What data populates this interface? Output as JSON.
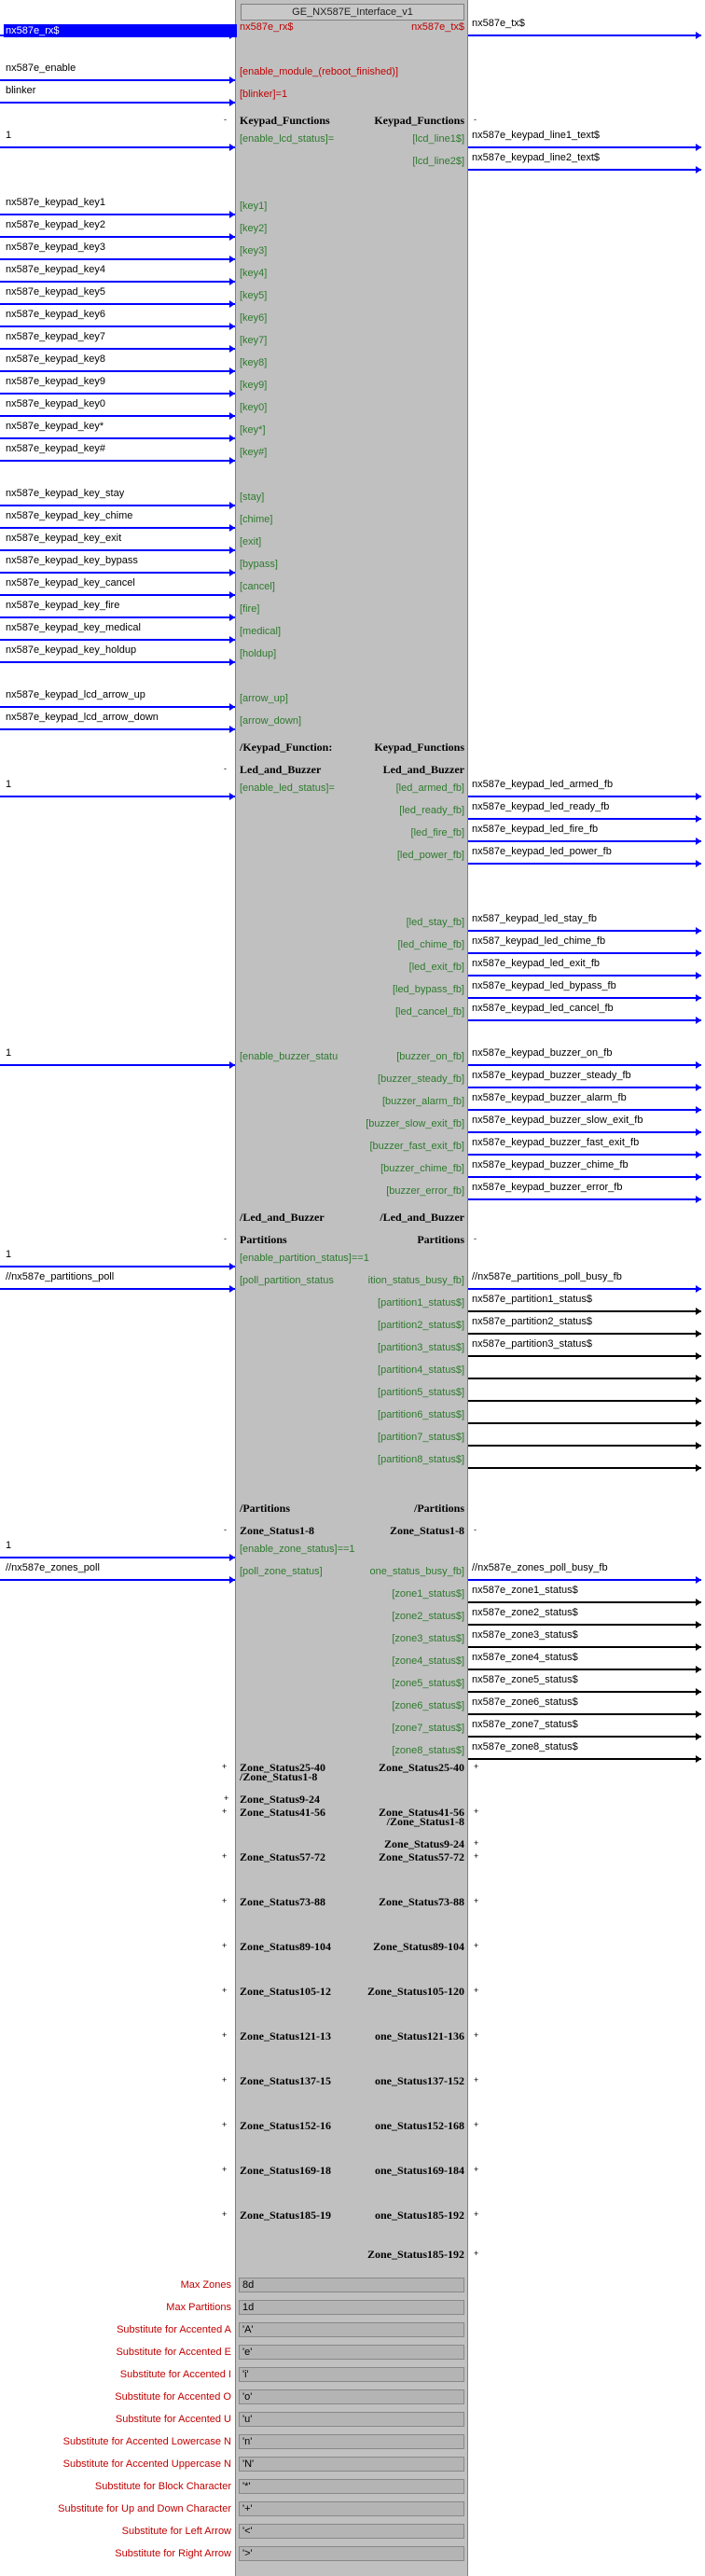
{
  "module": {
    "title": "GE_NX587E_Interface_v1",
    "selected_input": "nx587e_rx$"
  },
  "rows": [
    {
      "in": "nx587e_rx$",
      "lp": "nx587e_rx$",
      "lc": "r",
      "rp": "nx587e_tx$",
      "rc": "r",
      "out": "nx587e_tx$",
      "w": "y",
      "ow": "y",
      "sel": true
    },
    {
      "blank": true
    },
    {
      "in": "nx587e_enable",
      "lp": "[enable_module_(reboot_finished)]",
      "lc": "r",
      "w": "y"
    },
    {
      "in": "blinker",
      "lp": "[blinker]=1",
      "lc": "r",
      "w": "y"
    },
    {
      "in": "",
      "lp": "Keypad_Functions",
      "lc": "b",
      "rp": "Keypad_Functions",
      "rc": "b",
      "ldot": "-",
      "rdot": "-"
    },
    {
      "in": "1",
      "lp": "[enable_lcd_status]=",
      "lc": "g",
      "rp": "[lcd_line1$]",
      "rc": "g",
      "out": "nx587e_keypad_line1_text$",
      "w": "y",
      "ow": "y"
    },
    {
      "rp": "[lcd_line2$]",
      "rc": "g",
      "out": "nx587e_keypad_line2_text$",
      "ow": "y"
    },
    {
      "blank": true
    },
    {
      "in": "nx587e_keypad_key1",
      "lp": "[key1]",
      "lc": "g",
      "w": "y"
    },
    {
      "in": "nx587e_keypad_key2",
      "lp": "[key2]",
      "lc": "g",
      "w": "y"
    },
    {
      "in": "nx587e_keypad_key3",
      "lp": "[key3]",
      "lc": "g",
      "w": "y"
    },
    {
      "in": "nx587e_keypad_key4",
      "lp": "[key4]",
      "lc": "g",
      "w": "y"
    },
    {
      "in": "nx587e_keypad_key5",
      "lp": "[key5]",
      "lc": "g",
      "w": "y"
    },
    {
      "in": "nx587e_keypad_key6",
      "lp": "[key6]",
      "lc": "g",
      "w": "y"
    },
    {
      "in": "nx587e_keypad_key7",
      "lp": "[key7]",
      "lc": "g",
      "w": "y"
    },
    {
      "in": "nx587e_keypad_key8",
      "lp": "[key8]",
      "lc": "g",
      "w": "y"
    },
    {
      "in": "nx587e_keypad_key9",
      "lp": "[key9]",
      "lc": "g",
      "w": "y"
    },
    {
      "in": "nx587e_keypad_key0",
      "lp": "[key0]",
      "lc": "g",
      "w": "y"
    },
    {
      "in": "nx587e_keypad_key*",
      "lp": "[key*]",
      "lc": "g",
      "w": "y"
    },
    {
      "in": "nx587e_keypad_key#",
      "lp": "[key#]",
      "lc": "g",
      "w": "y"
    },
    {
      "blank": true
    },
    {
      "in": "nx587e_keypad_key_stay",
      "lp": "[stay]",
      "lc": "g",
      "w": "y"
    },
    {
      "in": "nx587e_keypad_key_chime",
      "lp": "[chime]",
      "lc": "g",
      "w": "y"
    },
    {
      "in": "nx587e_keypad_key_exit",
      "lp": "[exit]",
      "lc": "g",
      "w": "y"
    },
    {
      "in": "nx587e_keypad_key_bypass",
      "lp": "[bypass]",
      "lc": "g",
      "w": "y"
    },
    {
      "in": "nx587e_keypad_key_cancel",
      "lp": "[cancel]",
      "lc": "g",
      "w": "y"
    },
    {
      "in": "nx587e_keypad_key_fire",
      "lp": "[fire]",
      "lc": "g",
      "w": "y"
    },
    {
      "in": "nx587e_keypad_key_medical",
      "lp": "[medical]",
      "lc": "g",
      "w": "y"
    },
    {
      "in": "nx587e_keypad_key_holdup",
      "lp": "[holdup]",
      "lc": "g",
      "w": "y"
    },
    {
      "blank": true
    },
    {
      "in": "nx587e_keypad_lcd_arrow_up",
      "lp": "[arrow_up]",
      "lc": "g",
      "w": "y"
    },
    {
      "in": "nx587e_keypad_lcd_arrow_down",
      "lp": "[arrow_down]",
      "lc": "g",
      "w": "y"
    },
    {
      "lp": "/Keypad_Function:",
      "lc": "b",
      "rp": "Keypad_Functions",
      "rc": "b"
    },
    {
      "lp": "Led_and_Buzzer",
      "lc": "b",
      "rp": "Led_and_Buzzer",
      "rc": "b",
      "ldot": "-"
    },
    {
      "in": "1",
      "lp": "[enable_led_status]=",
      "lc": "g",
      "rp": "[led_armed_fb]",
      "rc": "g",
      "out": "nx587e_keypad_led_armed_fb",
      "w": "y",
      "ow": "y"
    },
    {
      "rp": "[led_ready_fb]",
      "rc": "g",
      "out": "nx587e_keypad_led_ready_fb",
      "ow": "y"
    },
    {
      "rp": "[led_fire_fb]",
      "rc": "g",
      "out": "nx587e_keypad_led_fire_fb",
      "ow": "y"
    },
    {
      "rp": "[led_power_fb]",
      "rc": "g",
      "out": "nx587e_keypad_led_power_fb",
      "ow": "y"
    },
    {
      "blank": true
    },
    {
      "blank": true
    },
    {
      "rp": "[led_stay_fb]",
      "rc": "g",
      "out": "nx587_keypad_led_stay_fb",
      "ow": "y"
    },
    {
      "rp": "[led_chime_fb]",
      "rc": "g",
      "out": "nx587_keypad_led_chime_fb",
      "ow": "y"
    },
    {
      "rp": "[led_exit_fb]",
      "rc": "g",
      "out": "nx587e_keypad_led_exit_fb",
      "ow": "y"
    },
    {
      "rp": "[led_bypass_fb]",
      "rc": "g",
      "out": "nx587e_keypad_led_bypass_fb",
      "ow": "y"
    },
    {
      "rp": "[led_cancel_fb]",
      "rc": "g",
      "out": "nx587e_keypad_led_cancel_fb",
      "ow": "y"
    },
    {
      "blank": true
    },
    {
      "in": "1",
      "lp": "[enable_buzzer_statu",
      "lc": "g",
      "rp": "[buzzer_on_fb]",
      "rc": "g",
      "out": "nx587e_keypad_buzzer_on_fb",
      "w": "y",
      "ow": "y"
    },
    {
      "rp": "[buzzer_steady_fb]",
      "rc": "g",
      "out": "nx587e_keypad_buzzer_steady_fb",
      "ow": "y"
    },
    {
      "rp": "[buzzer_alarm_fb]",
      "rc": "g",
      "out": "nx587e_keypad_buzzer_alarm_fb",
      "ow": "y"
    },
    {
      "rp": "[buzzer_slow_exit_fb]",
      "rc": "g",
      "out": "nx587e_keypad_buzzer_slow_exit_fb",
      "ow": "y"
    },
    {
      "rp": "[buzzer_fast_exit_fb]",
      "rc": "g",
      "out": "nx587e_keypad_buzzer_fast_exit_fb",
      "ow": "y"
    },
    {
      "rp": "[buzzer_chime_fb]",
      "rc": "g",
      "out": "nx587e_keypad_buzzer_chime_fb",
      "ow": "y"
    },
    {
      "rp": "[buzzer_error_fb]",
      "rc": "g",
      "out": "nx587e_keypad_buzzer_error_fb",
      "ow": "y"
    },
    {
      "lp": "/Led_and_Buzzer",
      "lc": "b",
      "rp": "/Led_and_Buzzer",
      "rc": "b"
    },
    {
      "lp": "Partitions",
      "lc": "b",
      "rp": "Partitions",
      "rc": "b",
      "ldot": "-",
      "rdot": "-"
    },
    {
      "in": "1",
      "lp": "[enable_partition_status]==1",
      "lc": "g",
      "w": "y"
    },
    {
      "in": "//nx587e_partitions_poll",
      "lp": "[poll_partition_status",
      "lc": "g",
      "rp": "ition_status_busy_fb]",
      "rc": "g",
      "out": "//nx587e_partitions_poll_busy_fb",
      "w": "y",
      "ow": "y"
    },
    {
      "rp": "[partition1_status$]",
      "rc": "g",
      "out": "nx587e_partition1_status$",
      "ow": "k"
    },
    {
      "rp": "[partition2_status$]",
      "rc": "g",
      "out": "nx587e_partition2_status$",
      "ow": "k"
    },
    {
      "rp": "[partition3_status$]",
      "rc": "g",
      "out": "nx587e_partition3_status$",
      "ow": "k"
    },
    {
      "rp": "[partition4_status$]",
      "rc": "g",
      "out": "",
      "ow": "k"
    },
    {
      "rp": "[partition5_status$]",
      "rc": "g",
      "out": "",
      "ow": "k"
    },
    {
      "rp": "[partition6_status$]",
      "rc": "g",
      "out": "",
      "ow": "k"
    },
    {
      "rp": "[partition7_status$]",
      "rc": "g",
      "out": "",
      "ow": "k"
    },
    {
      "rp": "[partition8_status$]",
      "rc": "g",
      "out": "",
      "ow": "k"
    },
    {
      "blank": true
    },
    {
      "lp": "/Partitions",
      "lc": "b",
      "rp": "/Partitions",
      "rc": "b"
    },
    {
      "lp": "Zone_Status1-8",
      "lc": "b",
      "rp": "Zone_Status1-8",
      "rc": "b",
      "ldot": "-",
      "rdot": "-"
    },
    {
      "in": "1",
      "lp": "[enable_zone_status]==1",
      "lc": "g",
      "w": "y"
    },
    {
      "in": "//nx587e_zones_poll",
      "lp": "[poll_zone_status]",
      "lc": "g",
      "rp": "one_status_busy_fb]",
      "rc": "g",
      "out": "//nx587e_zones_poll_busy_fb",
      "w": "y",
      "ow": "y"
    },
    {
      "rp": "[zone1_status$]",
      "rc": "g",
      "out": "nx587e_zone1_status$",
      "ow": "k"
    },
    {
      "rp": "[zone2_status$]",
      "rc": "g",
      "out": "nx587e_zone2_status$",
      "ow": "k"
    },
    {
      "rp": "[zone3_status$]",
      "rc": "g",
      "out": "nx587e_zone3_status$",
      "ow": "k"
    },
    {
      "rp": "[zone4_status$]",
      "rc": "g",
      "out": "nx587e_zone4_status$",
      "ow": "k"
    },
    {
      "rp": "[zone5_status$]",
      "rc": "g",
      "out": "nx587e_zone5_status$",
      "ow": "k"
    },
    {
      "rp": "[zone6_status$]",
      "rc": "g",
      "out": "nx587e_zone6_status$",
      "ow": "k"
    },
    {
      "rp": "[zone7_status$]",
      "rc": "g",
      "out": "nx587e_zone7_status$",
      "ow": "k"
    },
    {
      "rp": "[zone8_status$]",
      "rc": "g",
      "out": "nx587e_zone8_status$",
      "ow": "k"
    },
    {
      "lp": "/Zone_Status1-8",
      "lc": "b"
    },
    {
      "lp": "Zone_Status9-24",
      "lc": "b",
      "ldot": "+"
    },
    {
      "rp": "/Zone_Status1-8",
      "rc": "b"
    },
    {
      "rp": "Zone_Status9-24",
      "rc": "b",
      "rdot": "+"
    }
  ],
  "zone_groups": [
    {
      "left": "Zone_Status25-40",
      "right": "Zone_Status25-40"
    },
    {
      "left": "Zone_Status41-56",
      "right": "Zone_Status41-56"
    },
    {
      "left": "Zone_Status57-72",
      "right": "Zone_Status57-72"
    },
    {
      "left": "Zone_Status73-88",
      "right": "Zone_Status73-88"
    },
    {
      "left": "Zone_Status89-104",
      "right": "Zone_Status89-104"
    },
    {
      "left": "Zone_Status105-12",
      "right": "Zone_Status105-120"
    },
    {
      "left": "Zone_Status121-13",
      "right": "one_Status121-136"
    },
    {
      "left": "Zone_Status137-15",
      "right": "one_Status137-152"
    },
    {
      "left": "Zone_Status152-16",
      "right": "one_Status152-168"
    },
    {
      "left": "Zone_Status169-18",
      "right": "one_Status169-184"
    },
    {
      "left": "Zone_Status185-19",
      "right": "one_Status185-192"
    }
  ],
  "last_group_right": "Zone_Status185-192",
  "params": [
    {
      "label": "Max Zones",
      "value": "8d"
    },
    {
      "label": "Max Partitions",
      "value": "1d"
    },
    {
      "label": "Substitute for Accented A",
      "value": "'A'"
    },
    {
      "label": "Substitute for Accented E",
      "value": "'e'"
    },
    {
      "label": "Substitute for Accented I",
      "value": "'i'"
    },
    {
      "label": "Substitute for Accented O",
      "value": "'o'"
    },
    {
      "label": "Substitute for Accented U",
      "value": "'u'"
    },
    {
      "label": "Substitute for Accented Lowercase N",
      "value": "'n'"
    },
    {
      "label": "Substitute for Accented Uppercase N",
      "value": "'N'"
    },
    {
      "label": "Substitute for Block Character",
      "value": "'*'"
    },
    {
      "label": "Substitute for Up and Down Character",
      "value": "'+'"
    },
    {
      "label": "Substitute for Left Arrow",
      "value": "'<'"
    },
    {
      "label": "Substitute for Right Arrow",
      "value": "'>'"
    }
  ],
  "colors": {
    "wire": "#0000ff",
    "wire_black": "#000000",
    "module_bg": "#c0c0c0",
    "port_green": "#2d7a2d",
    "port_red": "#c00000"
  }
}
